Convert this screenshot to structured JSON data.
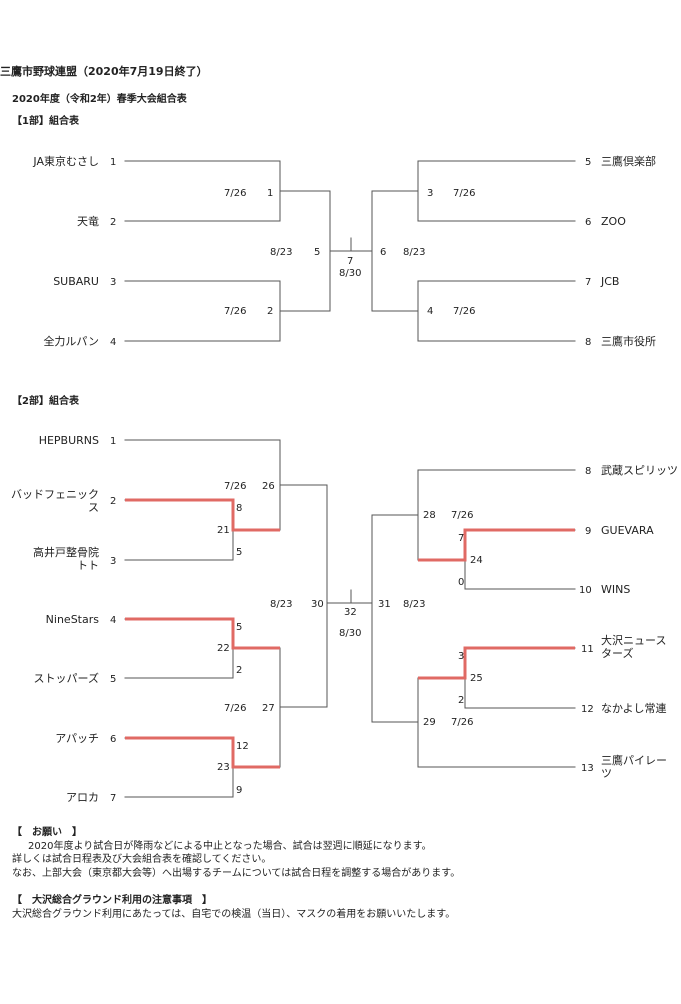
{
  "header": {
    "title": "三鷹市野球連盟（2020年7月19日終了）",
    "subtitle": "2020年度（令和2年）春季大会組合表"
  },
  "div1": {
    "heading": "【1部】組合表",
    "teams": [
      {
        "name": "JA東京むさし",
        "seed": "1"
      },
      {
        "name": "天竜",
        "seed": "2"
      },
      {
        "name": "SUBARU",
        "seed": "3"
      },
      {
        "name": "全力ルパン",
        "seed": "4"
      },
      {
        "name": "三鷹倶楽部",
        "seed": "5"
      },
      {
        "name": "ZOO",
        "seed": "6"
      },
      {
        "name": "JCB",
        "seed": "7"
      },
      {
        "name": "三鷹市役所",
        "seed": "8"
      }
    ],
    "labels": {
      "m1_date": "7/26",
      "m1_no": "1",
      "m2_date": "7/26",
      "m2_no": "2",
      "m3_no": "3",
      "m3_date": "7/26",
      "m4_no": "4",
      "m4_date": "7/26",
      "m5_date": "8/23",
      "m5_no": "5",
      "m6_no": "6",
      "m6_date": "8/23",
      "final_no": "7",
      "final_date": "8/30"
    }
  },
  "div2": {
    "heading": "【2部】組合表",
    "teams_left": [
      {
        "name": "HEPBURNS",
        "seed": "1"
      },
      {
        "name": "バッドフェニック",
        "name2": "ス",
        "seed": "2"
      },
      {
        "name": "高井戸整骨院",
        "name2": "トト",
        "seed": "3"
      },
      {
        "name": "NineStars",
        "seed": "4"
      },
      {
        "name": "ストッパーズ",
        "seed": "5"
      },
      {
        "name": "アパッチ",
        "seed": "6"
      },
      {
        "name": "アロカ",
        "seed": "7"
      }
    ],
    "teams_right": [
      {
        "name": "武蔵スピリッツ",
        "seed": "8"
      },
      {
        "name": "GUEVARA",
        "seed": "9"
      },
      {
        "name": "WINS",
        "seed": "10"
      },
      {
        "name": "大沢ニュース",
        "name2": "ターズ",
        "seed": "11"
      },
      {
        "name": "なかよし常連",
        "seed": "12"
      },
      {
        "name": "三鷹パイレー",
        "name2": "ツ",
        "seed": "13"
      }
    ],
    "labels": {
      "m21_no": "21",
      "m21_score_top": "8",
      "m21_score_bot": "5",
      "m22_no": "22",
      "m22_score_top": "5",
      "m22_score_bot": "2",
      "m23_no": "23",
      "m23_score_top": "12",
      "m23_score_bot": "9",
      "m24_no": "24",
      "m24_score_top": "7",
      "m24_score_bot": "0",
      "m25_no": "25",
      "m25_score_top": "3",
      "m25_score_bot": "2",
      "m26_date": "7/26",
      "m26_no": "26",
      "m27_date": "7/26",
      "m27_no": "27",
      "m28_no": "28",
      "m28_date": "7/26",
      "m29_no": "29",
      "m29_date": "7/26",
      "m30_date": "8/23",
      "m30_no": "30",
      "m31_no": "31",
      "m31_date": "8/23",
      "final_no": "32",
      "final_date": "8/30"
    }
  },
  "notes": {
    "request_heading": "【　お願い　】",
    "request_lines": [
      "2020年度より試合日が降雨などによる中止となった場合、試合は翌週に順延になります。",
      "詳しくは試合日程表及び大会組合表を確認してください。",
      "なお、上部大会（東京都大会等）へ出場するチームについては試合日程を調整する場合があります。"
    ],
    "ground_heading": "【　大沢総合グラウンド利用の注意事項　】",
    "ground_line": "大沢総合グラウンド利用にあたっては、自宅での検温（当日）、マスクの着用をお願いいたします。"
  },
  "colors": {
    "line": "#555555",
    "winner": "#e06a64",
    "text": "#222222"
  }
}
